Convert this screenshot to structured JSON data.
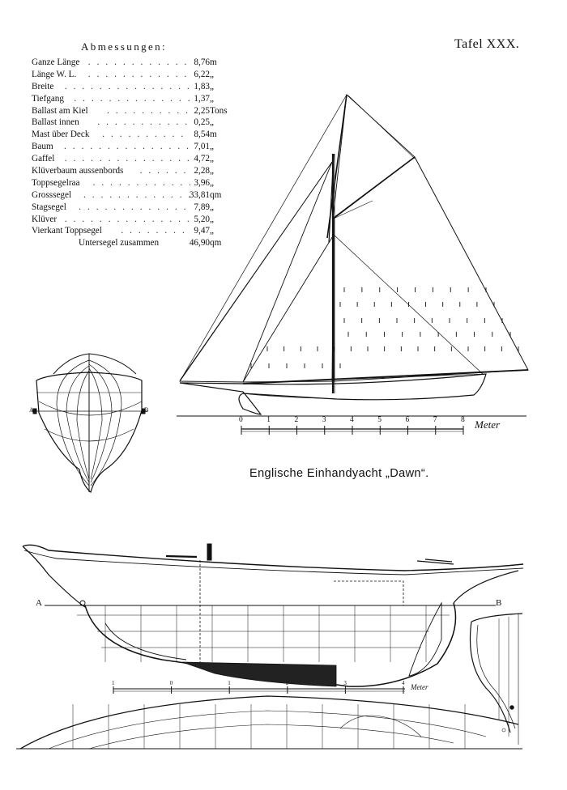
{
  "header": {
    "plate_number": "Tafel XXX.",
    "dimensions_title": "Abmessungen:"
  },
  "dimensions": [
    {
      "label": "Ganze Länge",
      "value": "8,76",
      "unit": "m"
    },
    {
      "label": "Länge W. L.",
      "value": "6,22",
      "unit": "„"
    },
    {
      "label": "Breite",
      "value": "1,83",
      "unit": "„"
    },
    {
      "label": "Tiefgang",
      "value": "1,37",
      "unit": "„"
    },
    {
      "label": "Ballast am Kiel",
      "value": "2,25",
      "unit": "Tons"
    },
    {
      "label": "Ballast innen",
      "value": "0,25",
      "unit": "„"
    },
    {
      "label": "Mast über Deck",
      "value": "8,54",
      "unit": "m"
    },
    {
      "label": "Baum",
      "value": "7,01",
      "unit": "„"
    },
    {
      "label": "Gaffel",
      "value": "4,72",
      "unit": "„"
    },
    {
      "label": "Klüverbaum aussenbords",
      "value": "2,28",
      "unit": "„"
    },
    {
      "label": "Toppsegelraa",
      "value": "3,96",
      "unit": "„"
    },
    {
      "label": "Grosssegel",
      "value": "33,81",
      "unit": "qm"
    },
    {
      "label": "Stagsegel",
      "value": "7,89",
      "unit": "„"
    },
    {
      "label": "Klüver",
      "value": "5,20",
      "unit": "„"
    },
    {
      "label": "Vierkant Toppsegel",
      "value": "9,47",
      "unit": "„"
    }
  ],
  "total": {
    "label": "Untersegel zusammen",
    "value": "46,90",
    "unit": "qm"
  },
  "caption": "Englische Einhandyacht „Dawn“.",
  "sail_plan_scale": {
    "ticks": [
      "0",
      "1",
      "2",
      "3",
      "4",
      "5",
      "6",
      "7",
      "8"
    ],
    "unit_label": "Meter"
  },
  "lines_scale": {
    "ticks": [
      "1",
      "0",
      "1",
      "2",
      "3",
      "4"
    ],
    "unit_label": "Meter"
  },
  "waterline_labels": {
    "left": "A",
    "right": "B"
  },
  "section_labels": {
    "left": "A",
    "right": "B"
  }
}
